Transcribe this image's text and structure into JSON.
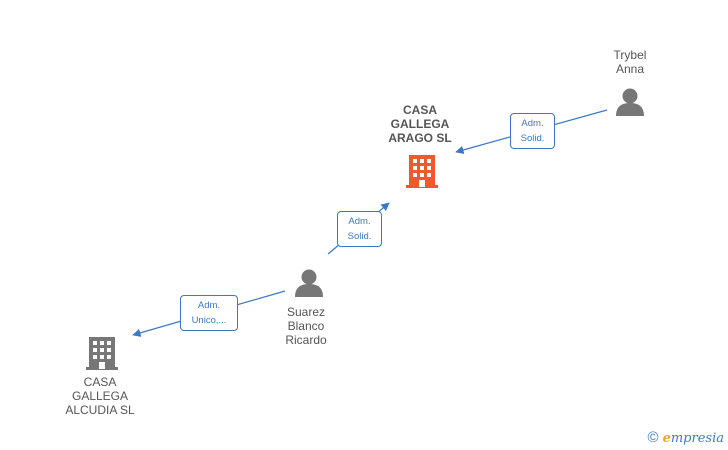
{
  "nodes": {
    "casa_arago": {
      "label": "CASA\nGALLEGA\nARAGO  SL",
      "type": "company",
      "color": "#f0592a"
    },
    "casa_alcudia": {
      "label": "CASA\nGALLEGA\nALCUDIA SL",
      "type": "company",
      "color": "#777777"
    },
    "trybel": {
      "label": "Trybel\nAnna",
      "type": "person",
      "color": "#777777"
    },
    "suarez": {
      "label": "Suarez\nBlanco\nRicardo",
      "type": "person",
      "color": "#777777"
    }
  },
  "edges": {
    "trybel_to_arago": {
      "label": "Adm.\nSolid."
    },
    "suarez_to_arago": {
      "label": "Adm.\nSolid."
    },
    "suarez_to_alcudia": {
      "label": "Adm.\nUnico,..."
    }
  },
  "colors": {
    "edge": "#3b78c9",
    "main_company": "#f0592a",
    "secondary": "#777777"
  },
  "watermark": {
    "copyright": "©",
    "brand_e": "e",
    "brand_rest": "mpresia"
  }
}
